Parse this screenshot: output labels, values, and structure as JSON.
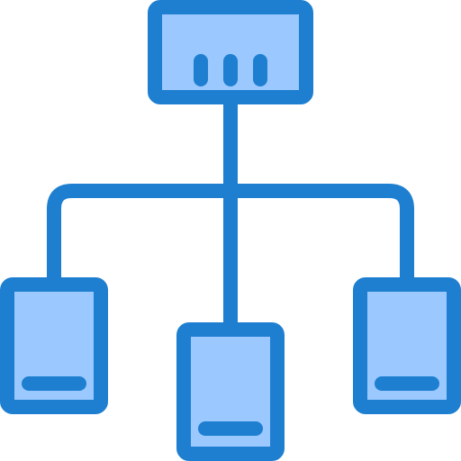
{
  "diagram": {
    "type": "network-hierarchy-icon",
    "colors": {
      "stroke": "#1e7fd0",
      "fill": "#9bc9ff",
      "background": "#ffffff"
    },
    "nodes": [
      {
        "id": "top-server",
        "icon": "server-rack-icon",
        "detail": "three-vertical-indicator-slots"
      },
      {
        "id": "left-device",
        "icon": "device-icon",
        "detail": "horizontal-slot"
      },
      {
        "id": "center-device",
        "icon": "device-icon",
        "detail": "horizontal-slot"
      },
      {
        "id": "right-device",
        "icon": "device-icon",
        "detail": "horizontal-slot"
      }
    ],
    "edges": [
      {
        "from": "top-server",
        "to": "left-device"
      },
      {
        "from": "top-server",
        "to": "center-device"
      },
      {
        "from": "top-server",
        "to": "right-device"
      }
    ]
  }
}
